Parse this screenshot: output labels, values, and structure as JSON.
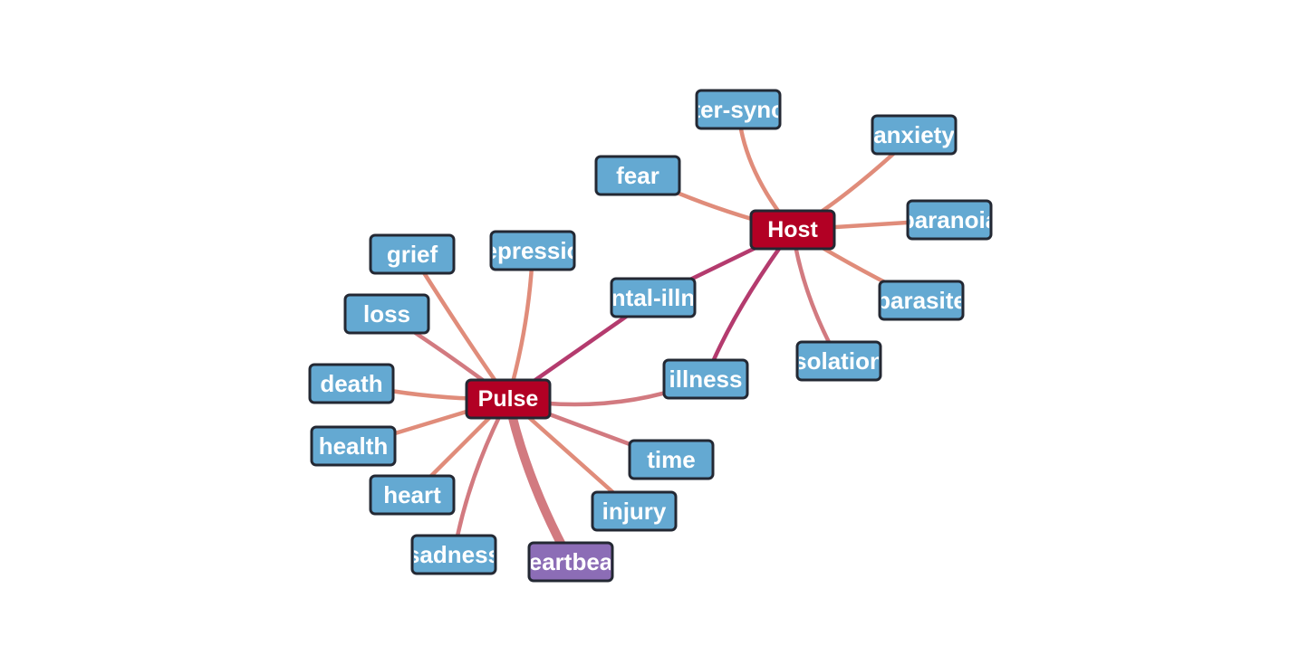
{
  "colors": {
    "hub": "#b20024",
    "leaf": "#64a9d2",
    "highlight": "#8c6db6",
    "edge_light": "#e08c7a",
    "edge_mid": "#d27a80",
    "edge_dark": "#b43b6e"
  },
  "nodes": [
    {
      "id": "host",
      "label": "Host",
      "kind": "hub"
    },
    {
      "id": "pulse",
      "label": "Pulse",
      "kind": "hub"
    },
    {
      "id": "imposter",
      "label": "ter-sync",
      "kind": "leaf"
    },
    {
      "id": "anxiety",
      "label": "anxiety",
      "kind": "leaf"
    },
    {
      "id": "fear",
      "label": "fear",
      "kind": "leaf"
    },
    {
      "id": "paranoia",
      "label": "paranoia",
      "kind": "leaf"
    },
    {
      "id": "parasite",
      "label": "parasite",
      "kind": "leaf"
    },
    {
      "id": "isolation",
      "label": "solation",
      "kind": "leaf"
    },
    {
      "id": "mental-illness",
      "label": "ntal-illn",
      "kind": "leaf"
    },
    {
      "id": "illness",
      "label": "illness",
      "kind": "leaf"
    },
    {
      "id": "grief",
      "label": "grief",
      "kind": "leaf"
    },
    {
      "id": "depression",
      "label": "epressio",
      "kind": "leaf"
    },
    {
      "id": "loss",
      "label": "loss",
      "kind": "leaf"
    },
    {
      "id": "death",
      "label": "death",
      "kind": "leaf"
    },
    {
      "id": "health",
      "label": "health",
      "kind": "leaf"
    },
    {
      "id": "heart",
      "label": "heart",
      "kind": "leaf"
    },
    {
      "id": "sadness",
      "label": "sadness",
      "kind": "leaf"
    },
    {
      "id": "heartbeat",
      "label": "eartbea",
      "kind": "highlight"
    },
    {
      "id": "injury",
      "label": "injury",
      "kind": "leaf"
    },
    {
      "id": "time",
      "label": "time",
      "kind": "leaf"
    }
  ],
  "edges": [
    {
      "from": "host",
      "to": "imposter",
      "weight": 1,
      "tone": "edge_light"
    },
    {
      "from": "host",
      "to": "anxiety",
      "weight": 1,
      "tone": "edge_light"
    },
    {
      "from": "host",
      "to": "fear",
      "weight": 1,
      "tone": "edge_light"
    },
    {
      "from": "host",
      "to": "paranoia",
      "weight": 1,
      "tone": "edge_light"
    },
    {
      "from": "host",
      "to": "parasite",
      "weight": 1,
      "tone": "edge_light"
    },
    {
      "from": "host",
      "to": "isolation",
      "weight": 1,
      "tone": "edge_mid"
    },
    {
      "from": "host",
      "to": "mental-illness",
      "weight": 1,
      "tone": "edge_dark"
    },
    {
      "from": "host",
      "to": "illness",
      "weight": 1,
      "tone": "edge_dark"
    },
    {
      "from": "pulse",
      "to": "mental-illness",
      "weight": 1,
      "tone": "edge_dark"
    },
    {
      "from": "pulse",
      "to": "illness",
      "weight": 1,
      "tone": "edge_mid"
    },
    {
      "from": "pulse",
      "to": "grief",
      "weight": 1,
      "tone": "edge_light"
    },
    {
      "from": "pulse",
      "to": "depression",
      "weight": 1,
      "tone": "edge_light"
    },
    {
      "from": "pulse",
      "to": "loss",
      "weight": 1,
      "tone": "edge_mid"
    },
    {
      "from": "pulse",
      "to": "death",
      "weight": 1,
      "tone": "edge_light"
    },
    {
      "from": "pulse",
      "to": "health",
      "weight": 1,
      "tone": "edge_light"
    },
    {
      "from": "pulse",
      "to": "heart",
      "weight": 1,
      "tone": "edge_light"
    },
    {
      "from": "pulse",
      "to": "sadness",
      "weight": 1,
      "tone": "edge_mid"
    },
    {
      "from": "pulse",
      "to": "heartbeat",
      "weight": 4,
      "tone": "edge_mid"
    },
    {
      "from": "pulse",
      "to": "injury",
      "weight": 1,
      "tone": "edge_light"
    },
    {
      "from": "pulse",
      "to": "time",
      "weight": 1,
      "tone": "edge_mid"
    }
  ]
}
